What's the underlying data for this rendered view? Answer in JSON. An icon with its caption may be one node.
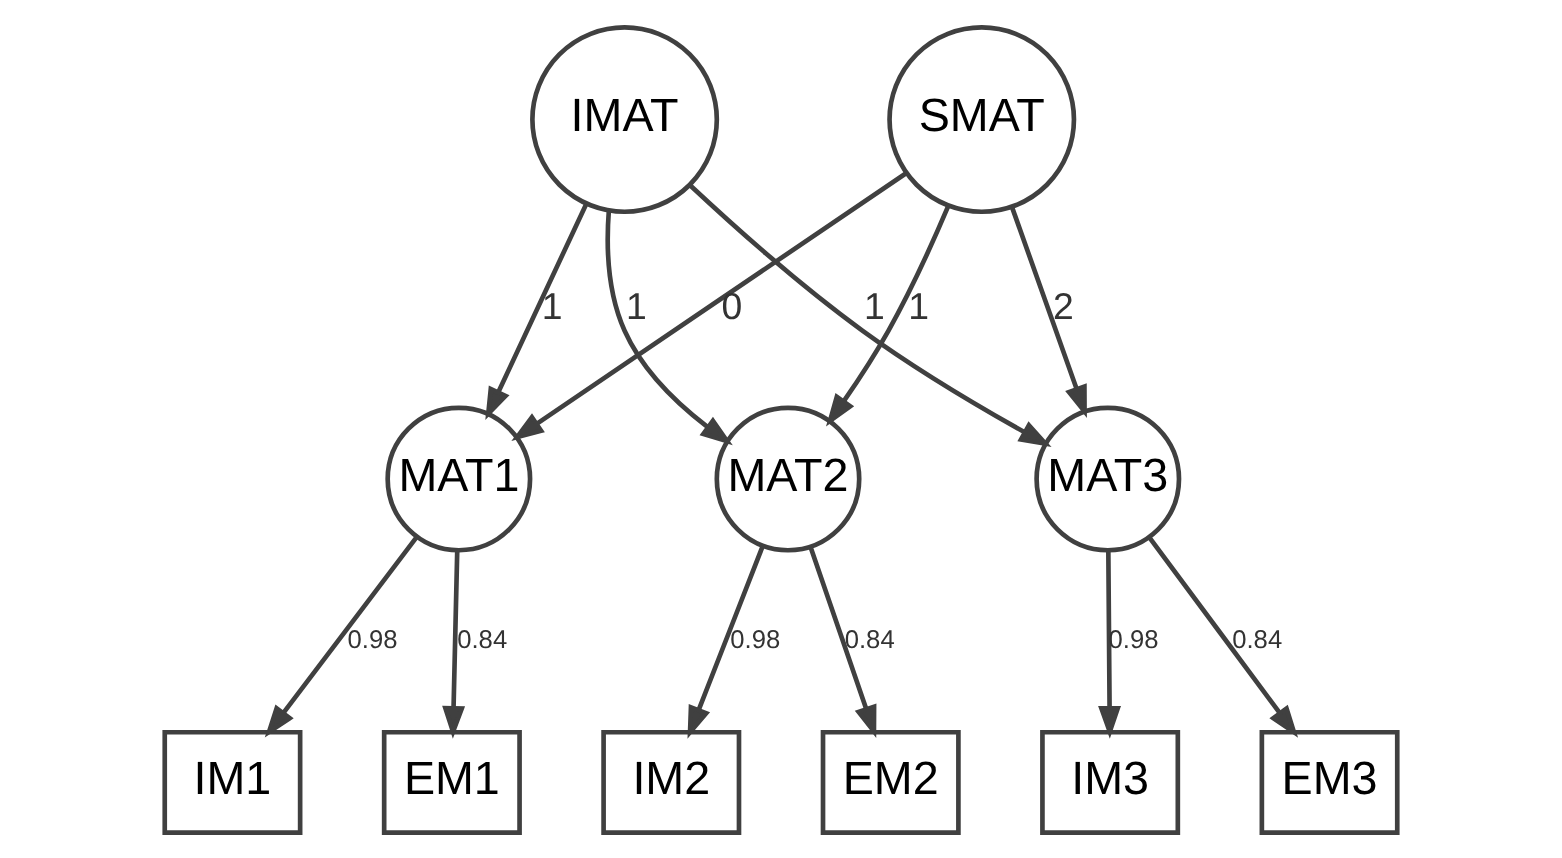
{
  "diagram": {
    "nodes": [
      {
        "text": [
          "IMAT"
        ]
      },
      {
        "text": [
          "SMAT"
        ]
      },
      {
        "text": [
          "MAT1"
        ]
      },
      {
        "text": [
          "MAT2"
        ]
      },
      {
        "text": [
          "MAT3"
        ]
      },
      {
        "text": [
          "IM1"
        ]
      },
      {
        "text": [
          "EM1"
        ]
      },
      {
        "text": [
          "IM2"
        ]
      },
      {
        "text": [
          "EM2"
        ]
      },
      {
        "text": [
          "IM3"
        ]
      },
      {
        "text": [
          "EM3"
        ]
      }
    ],
    "edges": [
      {
        "from": 0,
        "to": 2,
        "arrow": "to",
        "label": "1"
      },
      {
        "from": 0,
        "to": 3,
        "arrow": "to",
        "label": "1"
      },
      {
        "from": 0,
        "to": 4,
        "arrow": "to",
        "label": "1"
      },
      {
        "from": 1,
        "to": 2,
        "arrow": "to",
        "label": "0"
      },
      {
        "from": 1,
        "to": 3,
        "arrow": "to",
        "label": "1"
      },
      {
        "from": 1,
        "to": 4,
        "arrow": "to",
        "label": "2"
      },
      {
        "from": 2,
        "to": 5,
        "arrow": "to",
        "label": "0.98"
      },
      {
        "from": 2,
        "to": 6,
        "arrow": "to",
        "label": "0.84"
      },
      {
        "from": 3,
        "to": 7,
        "arrow": "to",
        "label": "0.98"
      },
      {
        "from": 3,
        "to": 8,
        "arrow": "to",
        "label": "0.84"
      },
      {
        "from": 4,
        "to": 9,
        "arrow": "to",
        "label": "0.98"
      },
      {
        "from": 4,
        "to": 10,
        "arrow": "to",
        "label": "0.84"
      }
    ]
  }
}
